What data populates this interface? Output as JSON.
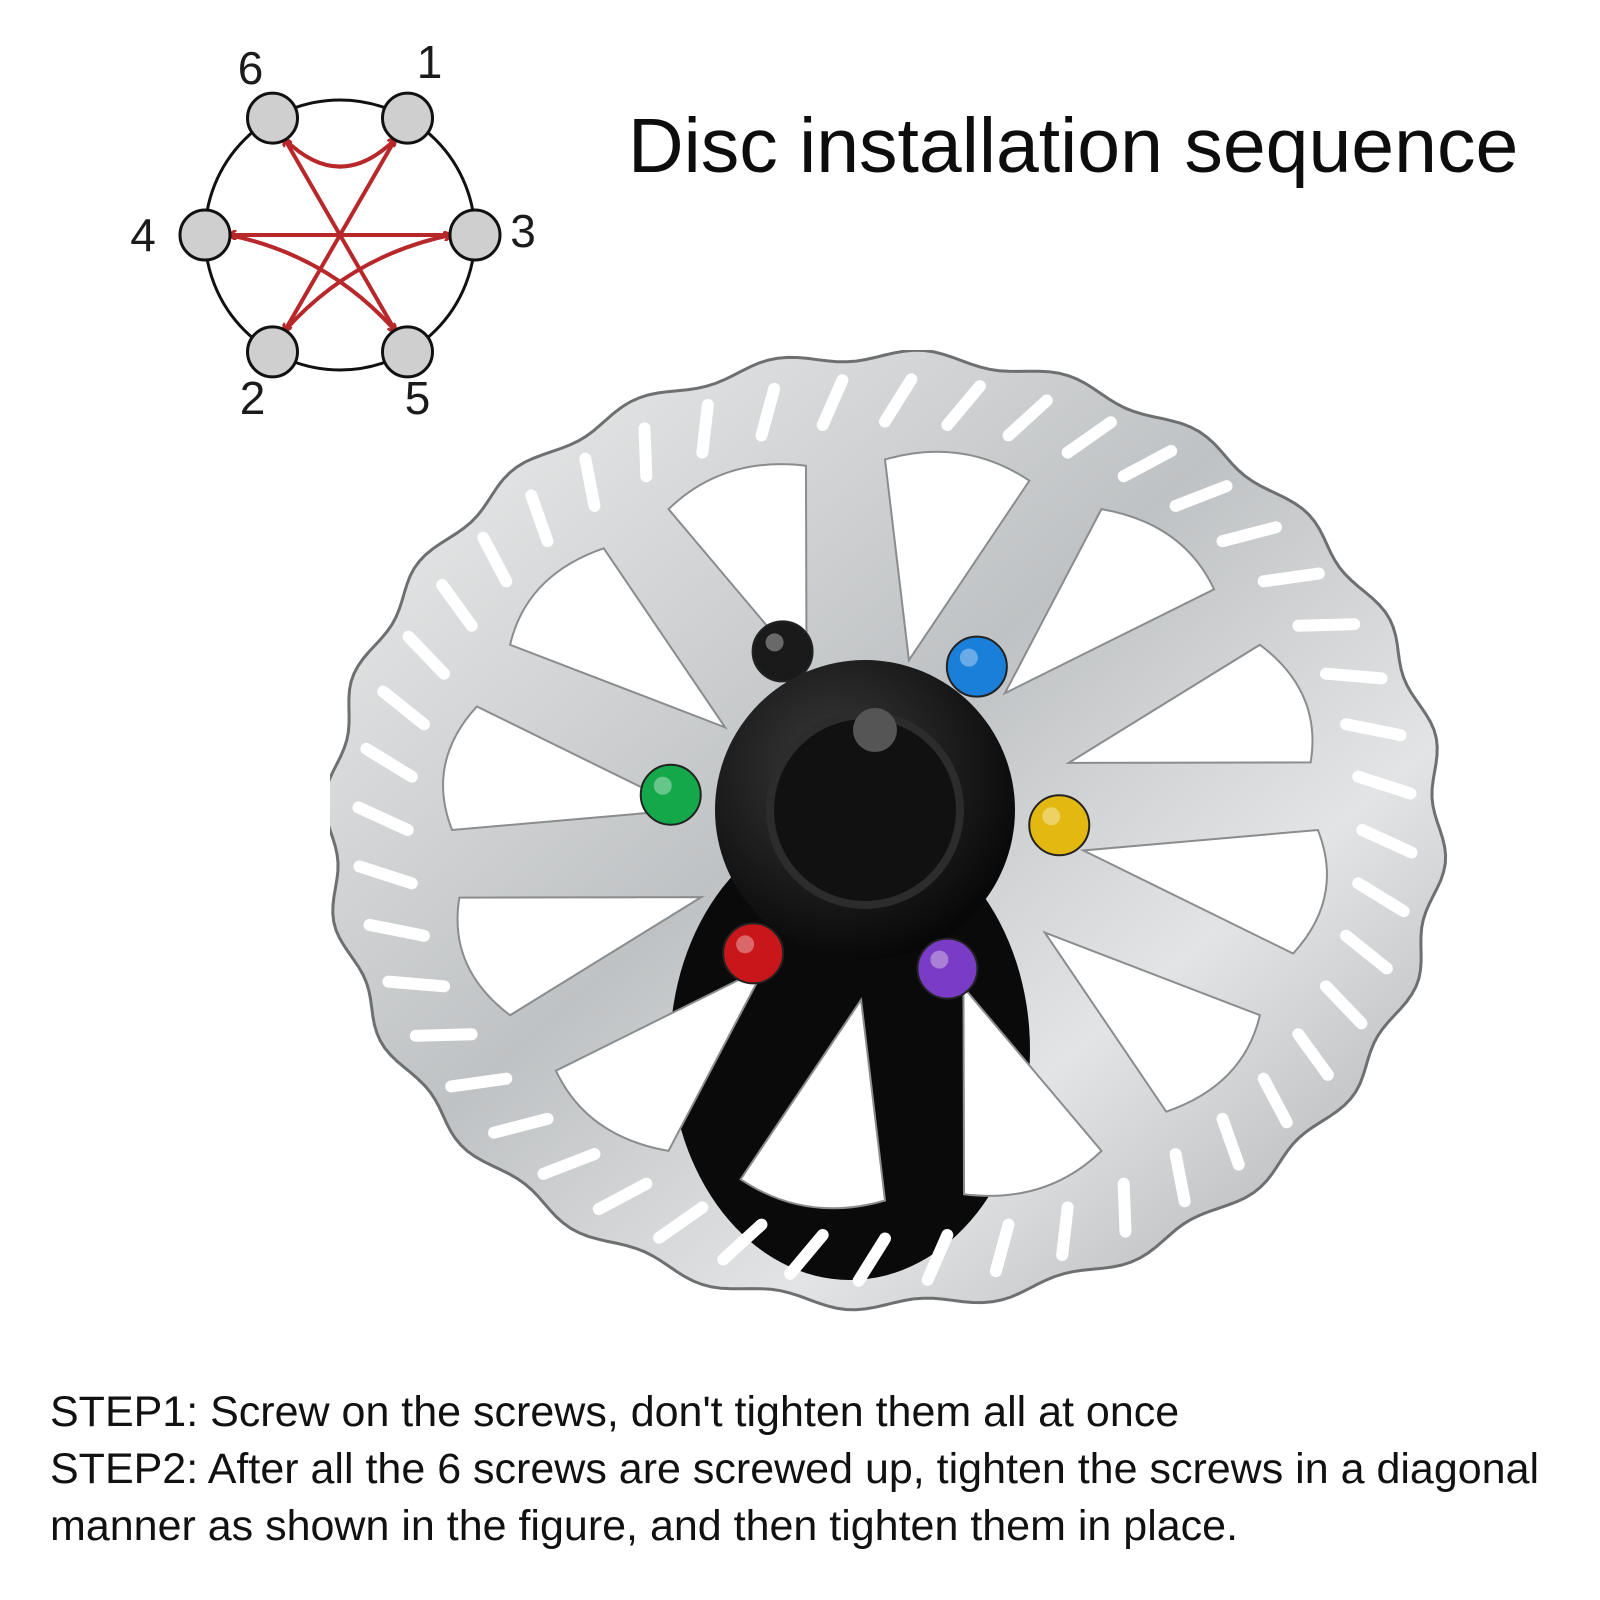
{
  "title": "Disc installation sequence",
  "sequence": {
    "labels": [
      "1",
      "2",
      "3",
      "4",
      "5",
      "6"
    ],
    "tighten_order": [
      "1",
      "2",
      "3",
      "4",
      "5",
      "6"
    ],
    "arrow_color": "#b8282b",
    "hole_color": "#cfcfcf"
  },
  "rotor": {
    "bolt_colors": [
      "#1a1a1a",
      "#1a7fd9",
      "#e2b811",
      "#7a3cc4",
      "#c8161b",
      "#15a84a"
    ]
  },
  "steps": [
    "STEP1: Screw on the screws, don't tighten them all at once",
    "STEP2: After all the 6 screws are screwed up, tighten the screws in a diagonal manner as shown in the figure, and then tighten them in place."
  ]
}
